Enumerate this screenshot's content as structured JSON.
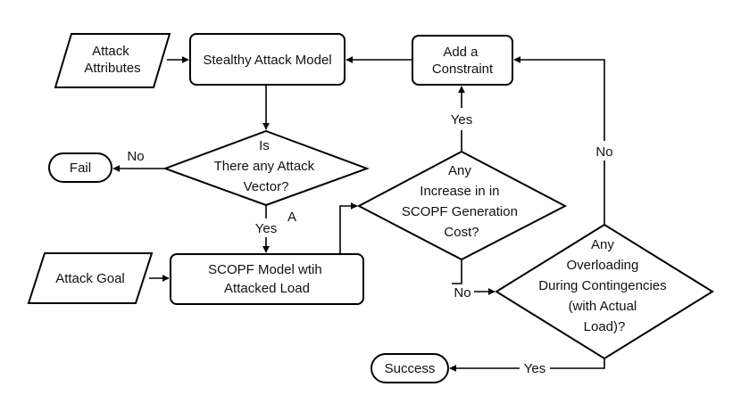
{
  "nodes": {
    "attack_attributes": {
      "lines": [
        "Attack",
        "Attributes"
      ]
    },
    "stealthy_model": {
      "lines": [
        "Stealthy Attack Model"
      ]
    },
    "add_constraint": {
      "lines": [
        "Add a",
        "Constraint"
      ]
    },
    "fail": {
      "lines": [
        "Fail"
      ]
    },
    "attack_vector_decision": {
      "lines": [
        "Is",
        "There any Attack",
        "Vector?"
      ]
    },
    "cost_decision": {
      "lines": [
        "Any",
        "Increase in in",
        "SCOPF Generation",
        "Cost?"
      ]
    },
    "attack_goal": {
      "lines": [
        "Attack Goal"
      ]
    },
    "scopf_model": {
      "lines": [
        "SCOPF Model wtih",
        "Attacked Load"
      ]
    },
    "overload_decision": {
      "lines": [
        "Any",
        "Overloading",
        "During Contingencies",
        "(with Actual",
        "Load)?"
      ]
    },
    "success": {
      "lines": [
        "Success"
      ]
    }
  },
  "edge_labels": {
    "vector_no": "No",
    "vector_yes": "Yes",
    "vector_marker": "A",
    "cost_yes": "Yes",
    "cost_no": "No",
    "overload_no": "No",
    "overload_yes": "Yes"
  },
  "colors": {
    "stroke": "#000000",
    "fill": "#ffffff",
    "text": "#111111"
  }
}
